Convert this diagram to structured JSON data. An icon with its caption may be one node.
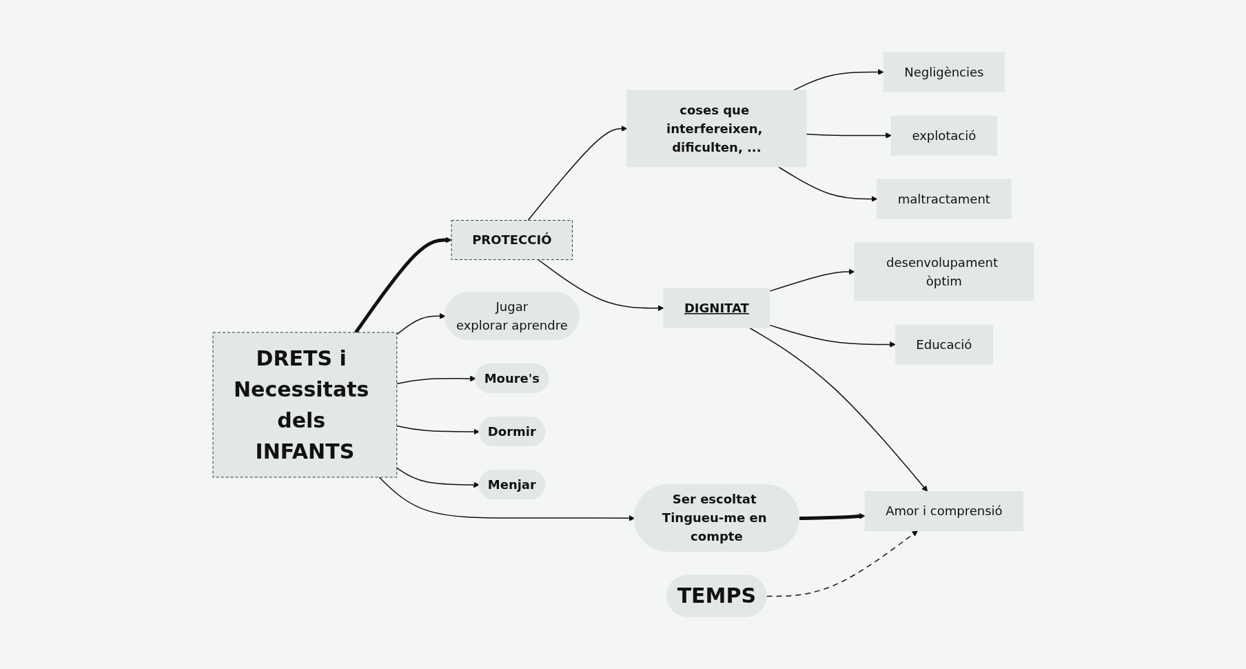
{
  "diagram": {
    "nodes": [
      {
        "text": [
          "DRETS i Necessitats dels INFANTS"
        ]
      },
      {
        "text": [
          "PROTECCIÓ"
        ]
      },
      {
        "text": [
          "coses que interfereixen, dificulten, ..."
        ]
      },
      {
        "text": [
          "Negligències"
        ]
      },
      {
        "text": [
          "explotació"
        ]
      },
      {
        "text": [
          "maltractament"
        ]
      },
      {
        "text": [
          "DIGNITAT"
        ]
      },
      {
        "text": [
          "desenvolupament òptim"
        ]
      },
      {
        "text": [
          "Educació"
        ]
      },
      {
        "text": [
          "Amor i comprensió"
        ]
      },
      {
        "text": [
          "Jugar",
          "explorar aprendre"
        ]
      },
      {
        "text": [
          "Ser escoltat Tingueu-me en compte"
        ]
      },
      {
        "text": [
          "Moure's"
        ]
      },
      {
        "text": [
          "Dormir"
        ]
      },
      {
        "text": [
          "Menjar"
        ]
      },
      {
        "text": [
          "TEMPS"
        ]
      }
    ],
    "edges": [
      {
        "from": 0,
        "to": 1,
        "arrow": "to",
        "style": "thick"
      },
      {
        "from": 1,
        "to": 2,
        "arrow": "to"
      },
      {
        "from": 2,
        "to": 3,
        "arrow": "to"
      },
      {
        "from": 2,
        "to": 4,
        "arrow": "to"
      },
      {
        "from": 2,
        "to": 5,
        "arrow": "to"
      },
      {
        "from": 1,
        "to": 6,
        "arrow": "to"
      },
      {
        "from": 6,
        "to": 7,
        "arrow": "to"
      },
      {
        "from": 6,
        "to": 8,
        "arrow": "to"
      },
      {
        "from": 6,
        "to": 9,
        "arrow": "to"
      },
      {
        "from": 0,
        "to": 10,
        "arrow": "to"
      },
      {
        "from": 0,
        "to": 11,
        "arrow": "to"
      },
      {
        "from": 11,
        "to": 9,
        "arrow": "to",
        "style": "thick"
      },
      {
        "from": 0,
        "to": 12,
        "arrow": "to"
      },
      {
        "from": 0,
        "to": 13,
        "arrow": "to"
      },
      {
        "from": 0,
        "to": 14,
        "arrow": "to"
      },
      {
        "from": 15,
        "to": 9,
        "arrow": "to",
        "style": "dashed"
      }
    ]
  }
}
